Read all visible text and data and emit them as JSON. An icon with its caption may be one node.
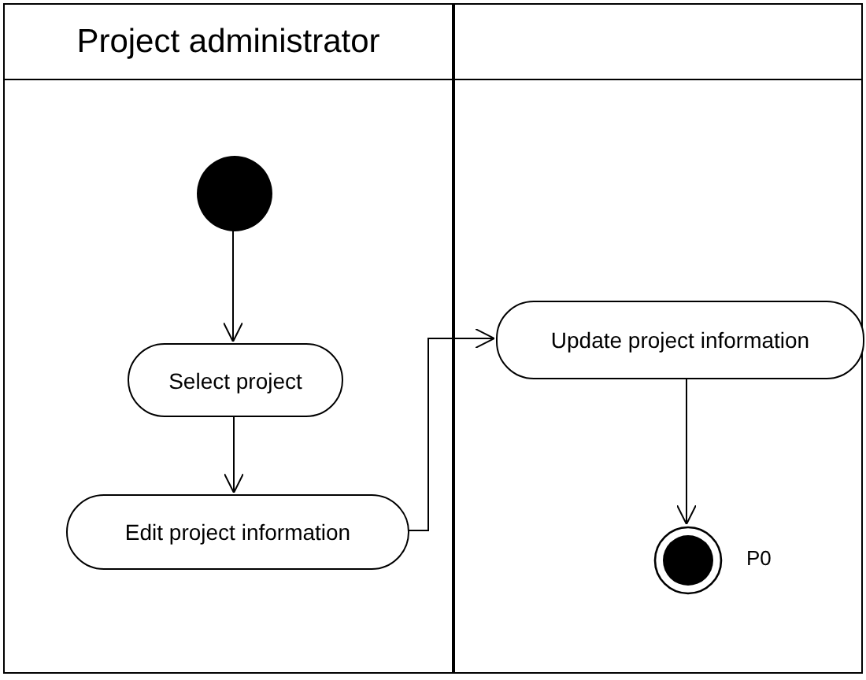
{
  "diagram": {
    "nodes": [
      {
        "text": [
          "Project administrator"
        ]
      },
      {
        "text": [],
        "shape": "box"
      },
      {
        "text": [],
        "shape": "circle",
        "in": 0
      },
      {
        "text": [
          "Select project"
        ],
        "in": 0
      },
      {
        "text": [
          "Edit project information"
        ],
        "in": 0
      },
      {
        "text": [
          "Update project information"
        ],
        "in": 1
      },
      {
        "text": [],
        "shape": "bullseye",
        "in": 1,
        "beside": [
          "P0"
        ]
      }
    ],
    "edges": [
      {
        "from": 2,
        "to": 3,
        "arrow": "to"
      },
      {
        "from": 3,
        "to": 4,
        "arrow": "to"
      },
      {
        "from": 4,
        "to": 5,
        "arrow": "to"
      },
      {
        "from": 5,
        "to": 6,
        "arrow": "to"
      }
    ]
  }
}
